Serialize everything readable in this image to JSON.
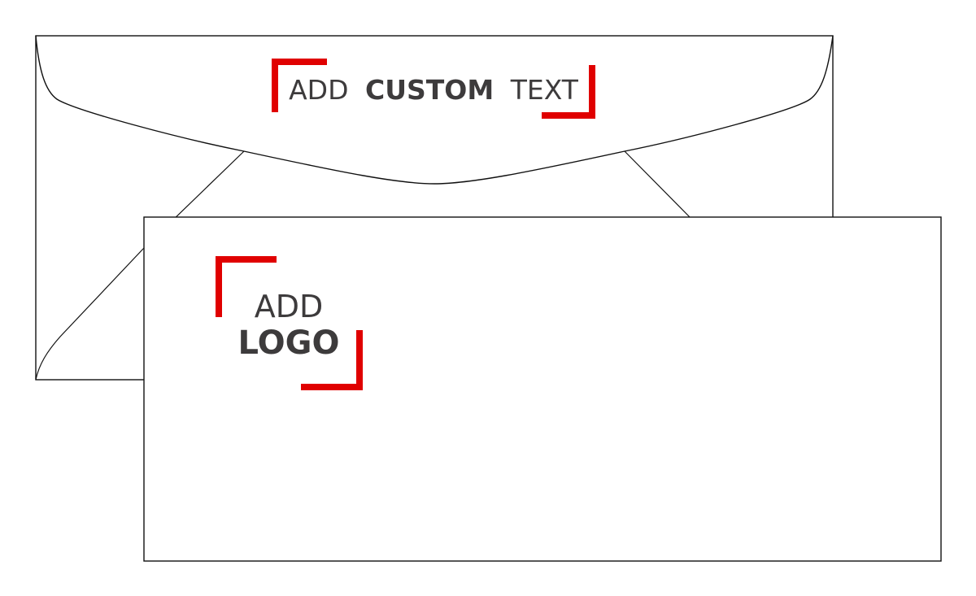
{
  "colors": {
    "outline": "#111111",
    "accent": "#e00000",
    "text": "#3d3b3c",
    "paper": "#ffffff"
  },
  "flap_label": {
    "prefix": "ADD",
    "emphasis": "CUSTOM",
    "suffix": "TEXT"
  },
  "front_label": {
    "line1": "ADD",
    "line2": "LOGO"
  }
}
